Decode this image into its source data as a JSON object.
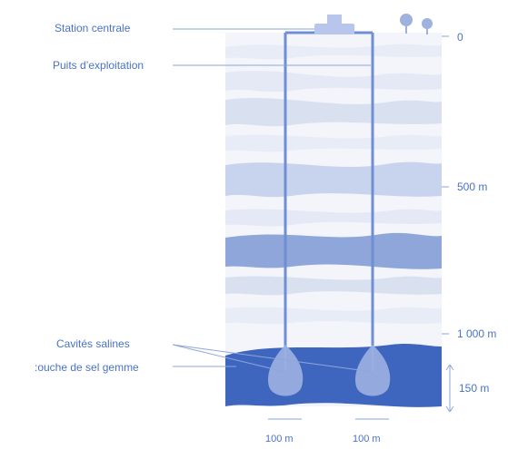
{
  "labels": {
    "station": "Station centrale",
    "well": "Puits d’exploitation",
    "cavities": "Cavités salines",
    "salt_layer": ":ouche de sel gemme"
  },
  "depth_scale": {
    "top": "0",
    "mid": "500 m",
    "deep": "1 000 m",
    "cavity_height": "150 m"
  },
  "widths": {
    "left": "100 m",
    "right": "100 m"
  },
  "colors": {
    "band_light": "#e9edf6",
    "band_white": "#f7f8fc",
    "band_mid": "#c9d5ee",
    "band_strong": "#8ea6da",
    "salt": "#3f66bf",
    "pipe": "#6f8ed3",
    "accent": "#4a72c8"
  },
  "icons": [
    "station-icon",
    "tree-icon",
    "tree-icon"
  ]
}
